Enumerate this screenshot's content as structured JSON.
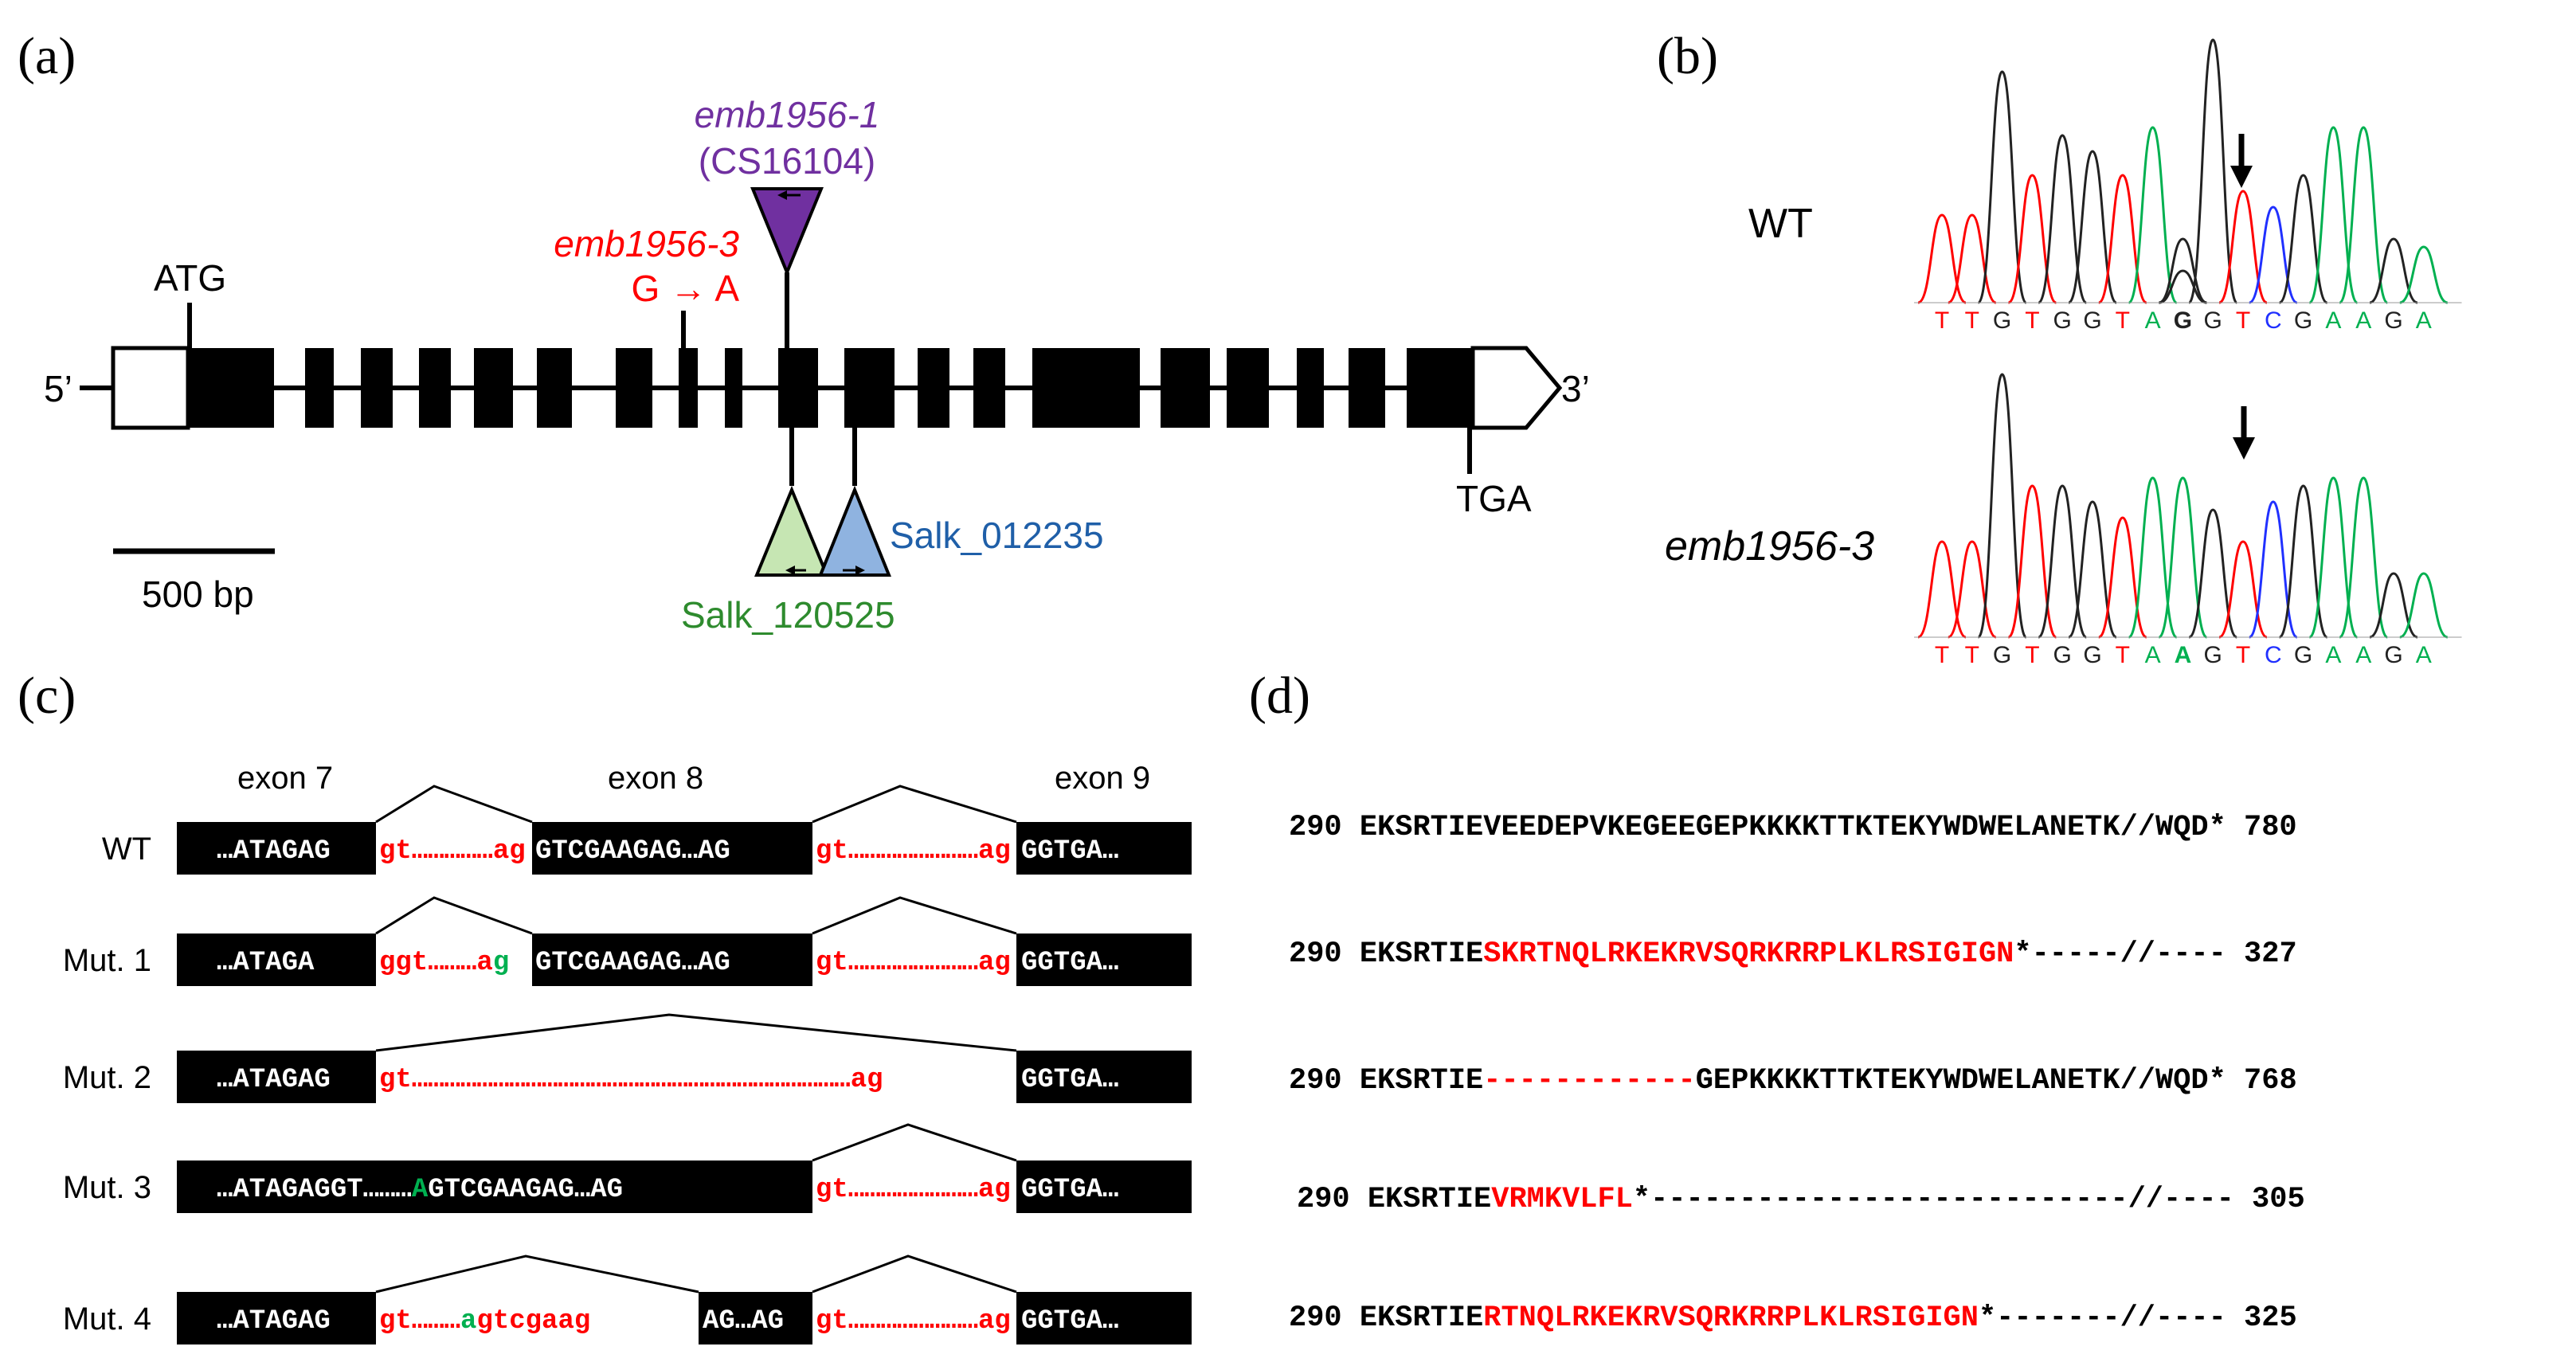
{
  "colors": {
    "black": "#000000",
    "red": "#ff0000",
    "purple": "#7030a0",
    "green": "#2e8b2e",
    "blue": "#1f5fa8",
    "light_green": "#c6e6b3",
    "light_blue": "#8fb3e0",
    "seq_green": "#00b050",
    "seq_red": "#ff0000",
    "seq_blue": "#2030ff",
    "seq_black": "#222222"
  },
  "panel_a": {
    "label": "(a)",
    "five_prime": "5’",
    "three_prime": "3’",
    "start_codon": "ATG",
    "stop_codon": "TGA",
    "scale_label": "500 bp",
    "mut1_name": "emb1956-1",
    "mut1_id": "(CS16104)",
    "mut3_name": "emb1956-3",
    "mut3_change": "G → A",
    "salk_a": "Salk_012235",
    "salk_b": "Salk_120525"
  },
  "panel_b": {
    "label": "(b)",
    "wt_label": "WT",
    "mut_label": "emb1956-3",
    "wt_seq": [
      "T",
      "T",
      "G",
      "T",
      "G",
      "G",
      "T",
      "A",
      "G",
      "G",
      "T",
      "C",
      "G",
      "A",
      "A",
      "G",
      "A"
    ],
    "mut_seq": [
      "T",
      "T",
      "G",
      "T",
      "G",
      "G",
      "T",
      "A",
      "A",
      "G",
      "T",
      "C",
      "G",
      "A",
      "A",
      "G",
      "A"
    ],
    "highlight_index": 8
  },
  "panel_c": {
    "label": "(c)",
    "exon_labels": [
      "exon 7",
      "exon 8",
      "exon 9"
    ],
    "rows": [
      {
        "name": "WT",
        "e7": "…ATAGAG",
        "i1": [
          [
            "gt……………ag",
            "red"
          ]
        ],
        "e8": "GTCGAAGAG…AG",
        "i2": [
          [
            "gt……………………ag",
            "red"
          ]
        ],
        "e9": "GGTGA…"
      },
      {
        "name": "Mut. 1",
        "e7": "…ATAGA",
        "i1": [
          [
            "ggt………a",
            "red"
          ],
          [
            "g",
            "green"
          ]
        ],
        "e8": "GTCGAAGAG…AG",
        "i2": [
          [
            "gt……………………ag",
            "red"
          ]
        ],
        "e9": "GGTGA…"
      },
      {
        "name": "Mut. 2",
        "e7": "…ATAGAG",
        "long": [
          [
            "gt………………………………………………………………………ag",
            "red"
          ]
        ],
        "e9": "GGTGA…"
      },
      {
        "name": "Mut. 3",
        "e7big": [
          [
            "…ATAGAGGT………",
            "white"
          ],
          [
            "A",
            "green"
          ],
          [
            "GTCGAAGAG…AG",
            "white"
          ]
        ],
        "i2": [
          [
            "gt……………………ag",
            "red"
          ]
        ],
        "e9": "GGTGA…"
      },
      {
        "name": "Mut. 4",
        "e7": "…ATAGAG",
        "i1": [
          [
            "gt………",
            "red"
          ],
          [
            "a",
            "green"
          ],
          [
            "gtcgaag",
            "red"
          ]
        ],
        "e8s": "AG…AG",
        "i2": [
          [
            "gt……………………ag",
            "red"
          ]
        ],
        "e9": "GGTGA…"
      }
    ]
  },
  "panel_d": {
    "label": "(d)",
    "rows": [
      {
        "start": "290",
        "segments": [
          [
            "EKSRTIEVEEDEPVKEGEEGEPKKKKTTKTEKYWDWELANETK//WQD*",
            "black"
          ]
        ],
        "end": "780"
      },
      {
        "start": "290",
        "segments": [
          [
            "EKSRTIE",
            "black"
          ],
          [
            "SKRTNQLRKEKRVSQRKRRPLKLRSIGIGN",
            "red"
          ],
          [
            "*-----//----",
            "black"
          ]
        ],
        "end": "327"
      },
      {
        "start": "290",
        "segments": [
          [
            "EKSRTIE",
            "black"
          ],
          [
            "------------",
            "red"
          ],
          [
            "GEPKKKKTTKTEKYWDWELANETK//WQD*",
            "black"
          ]
        ],
        "end": "768"
      },
      {
        "start": "290",
        "segments": [
          [
            "EKSRTIE",
            "black"
          ],
          [
            "VRMKVLFL",
            "red"
          ],
          [
            "*---------------------------//----",
            "black"
          ]
        ],
        "end": "305"
      },
      {
        "start": "290",
        "segments": [
          [
            "EKSRTIE",
            "black"
          ],
          [
            "RTNQLRKEKRVSQRKRRPLKLRSIGIGN",
            "red"
          ],
          [
            "*-------//----",
            "black"
          ]
        ],
        "end": "325"
      }
    ]
  }
}
